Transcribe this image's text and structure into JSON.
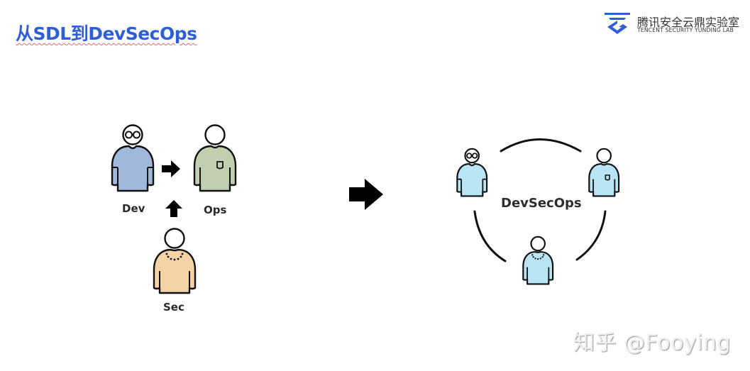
{
  "slide": {
    "title": "从SDL到DevSecOps"
  },
  "logo": {
    "name_cn": "腾讯安全云鼎实验室",
    "name_en": "TENCENT SECURITY YUNDING LAB",
    "icon": "yunding-lab-logo-icon",
    "color": "#2f5fd6"
  },
  "left_diagram": {
    "roles": [
      {
        "label": "Dev",
        "color": "#9fb8dc",
        "accessory": "glasses"
      },
      {
        "label": "Ops",
        "color": "#bfcfb0",
        "accessory": "pocket"
      },
      {
        "label": "Sec",
        "color": "#f4d3a6",
        "accessory": "necklace"
      }
    ],
    "arrows": [
      "dev-to-ops",
      "sec-to-ops"
    ]
  },
  "transition_arrow": "right-arrow-icon",
  "right_diagram": {
    "center_label": "DevSecOps",
    "figure_color": "#b9e4f4",
    "roles": [
      "dev",
      "ops",
      "sec"
    ]
  },
  "watermark": {
    "text": "知乎 @Fooying"
  }
}
